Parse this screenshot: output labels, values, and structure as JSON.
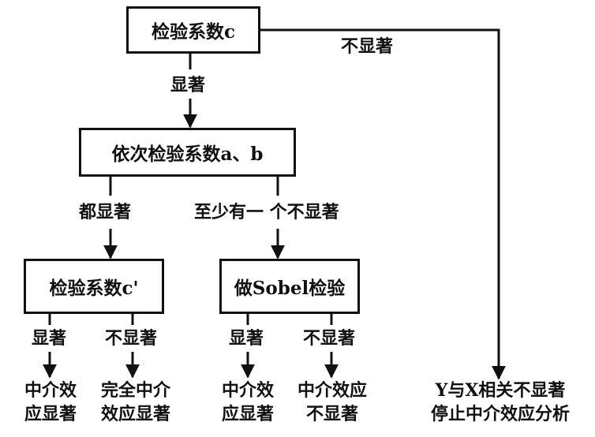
{
  "nodes": {
    "test_c": "检验系数c",
    "test_ab": "依次检验系数a、b",
    "test_c_prime": "检验系数c'",
    "sobel": "做Sobel检验"
  },
  "edge_labels": {
    "c_not_significant": "不显著",
    "c_significant": "显著",
    "ab_both_significant": "都显著",
    "ab_at_least_one_not": "至少有一 个不显著",
    "c_prime_significant": "显著",
    "c_prime_not_significant": "不显著",
    "sobel_significant": "显著",
    "sobel_not_significant": "不显著"
  },
  "outcomes": {
    "partial_mediation": [
      "中介效",
      "应显著"
    ],
    "full_mediation": [
      "完全中介",
      "效应显著"
    ],
    "sobel_mediation_significant": [
      "中介效",
      "应显著"
    ],
    "sobel_mediation_not_significant": [
      "中介效应",
      "不显著"
    ],
    "stop_analysis": [
      "Y与X相关不显著",
      "停止中介效应分析"
    ]
  }
}
